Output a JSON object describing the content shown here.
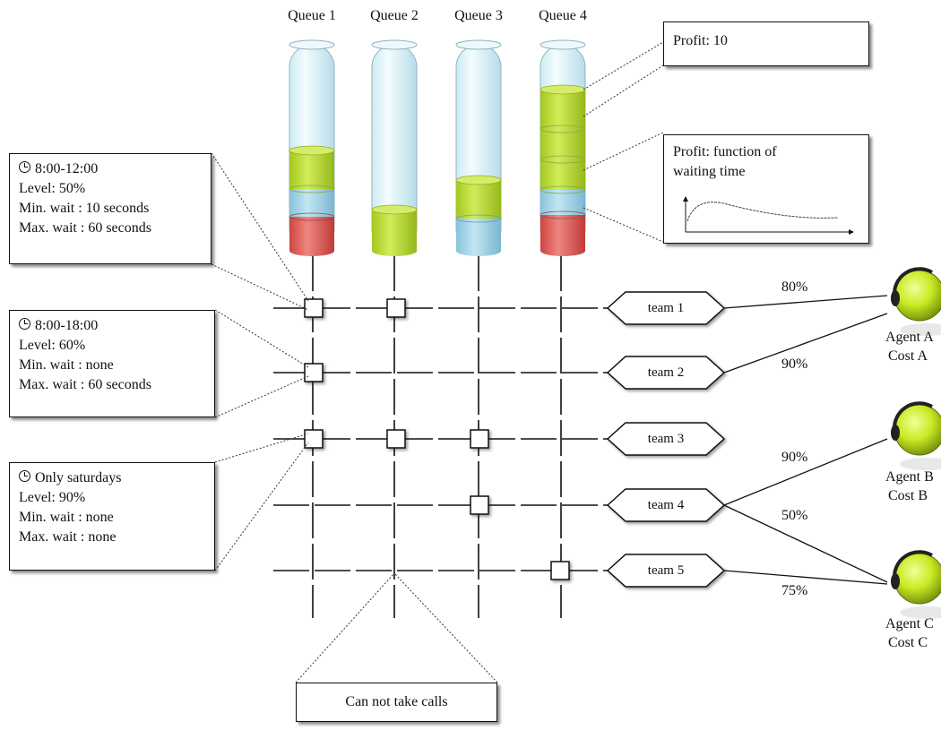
{
  "queues": [
    {
      "label": "Queue 1"
    },
    {
      "label": "Queue 2"
    },
    {
      "label": "Queue 3"
    },
    {
      "label": "Queue 4"
    }
  ],
  "colors": {
    "green": "#b4d62a",
    "blue": "#9fd0e4",
    "red": "#e05a56",
    "tube": "#dff3f8",
    "agent": "#c9ec22"
  },
  "boxes": {
    "profit_fixed": {
      "text": "Profit: 10"
    },
    "profit_function": {
      "line1": "Profit: function of",
      "line2": "waiting time"
    },
    "schedule1": {
      "line1": "8:00-12:00",
      "line2": "Level: 50%",
      "line3": "Min. wait : 10 seconds",
      "line4": "Max. wait : 60 seconds"
    },
    "schedule2": {
      "line1": "8:00-18:00",
      "line2": "Level: 60%",
      "line3": "Min. wait : none",
      "line4": "Max. wait : 60 seconds"
    },
    "schedule3": {
      "line1": "Only saturdays",
      "line2": "Level: 90%",
      "line3": "Min. wait : none",
      "line4": "Max. wait : none"
    },
    "no_calls": {
      "text": "Can not take calls"
    }
  },
  "teams": [
    {
      "label": "team 1"
    },
    {
      "label": "team 2"
    },
    {
      "label": "team 3"
    },
    {
      "label": "team 4"
    },
    {
      "label": "team 5"
    }
  ],
  "percentages": [
    "80%",
    "90%",
    "90%",
    "50%",
    "75%"
  ],
  "agents": [
    {
      "line1": "Agent A",
      "line2": "Cost A"
    },
    {
      "line1": "Agent B",
      "line2": "Cost B"
    },
    {
      "line1": "Agent C",
      "line2": "Cost C"
    }
  ]
}
